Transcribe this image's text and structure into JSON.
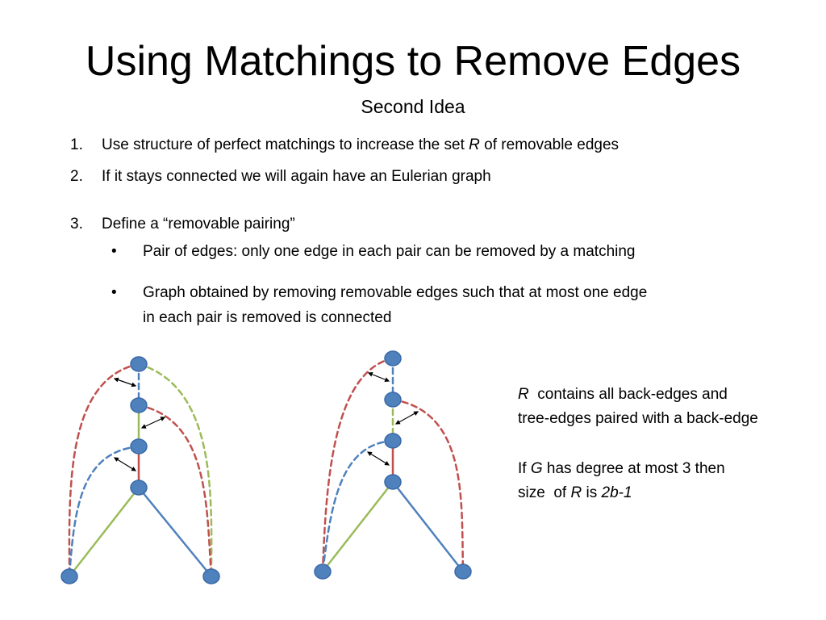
{
  "slide": {
    "title": "Using Matchings to Remove Edges",
    "subtitle": "Second Idea"
  },
  "steps": [
    {
      "number": "1.",
      "text_before": "Use structure of perfect matchings to increase the set ",
      "emph": "R",
      "text_after": " of removable edges"
    },
    {
      "number": "2.",
      "text": "If it stays connected we will again have an Eulerian graph"
    },
    {
      "number": "3.",
      "text": "Define a “removable pairing”",
      "bullets": [
        {
          "symbol": "•",
          "lines": [
            "Pair of edges: only one edge in each pair can be removed by a matching"
          ]
        },
        {
          "symbol": "•",
          "lines": [
            "Graph obtained by removing removable edges such that at most one edge",
            "in each pair is removed is connected"
          ]
        }
      ]
    }
  ],
  "note": {
    "line1_emph": "R",
    "line1_rest": "  contains all back-edges and",
    "line2": "tree-edges paired with a back-edge",
    "line3_before": "If ",
    "line3_emph": "G",
    "line3_after": " has degree at most 3 then",
    "line4_before": "size  of ",
    "line4_emph": "R",
    "line4_mid": " is ",
    "line4_emph2": "2b-1"
  },
  "colors": {
    "red": "#C0504D",
    "blue": "#4F81BD",
    "green": "#9BBB59",
    "node_fill": "#4F81BD",
    "node_stroke": "#3A6AA8",
    "arrow": "#000000"
  }
}
